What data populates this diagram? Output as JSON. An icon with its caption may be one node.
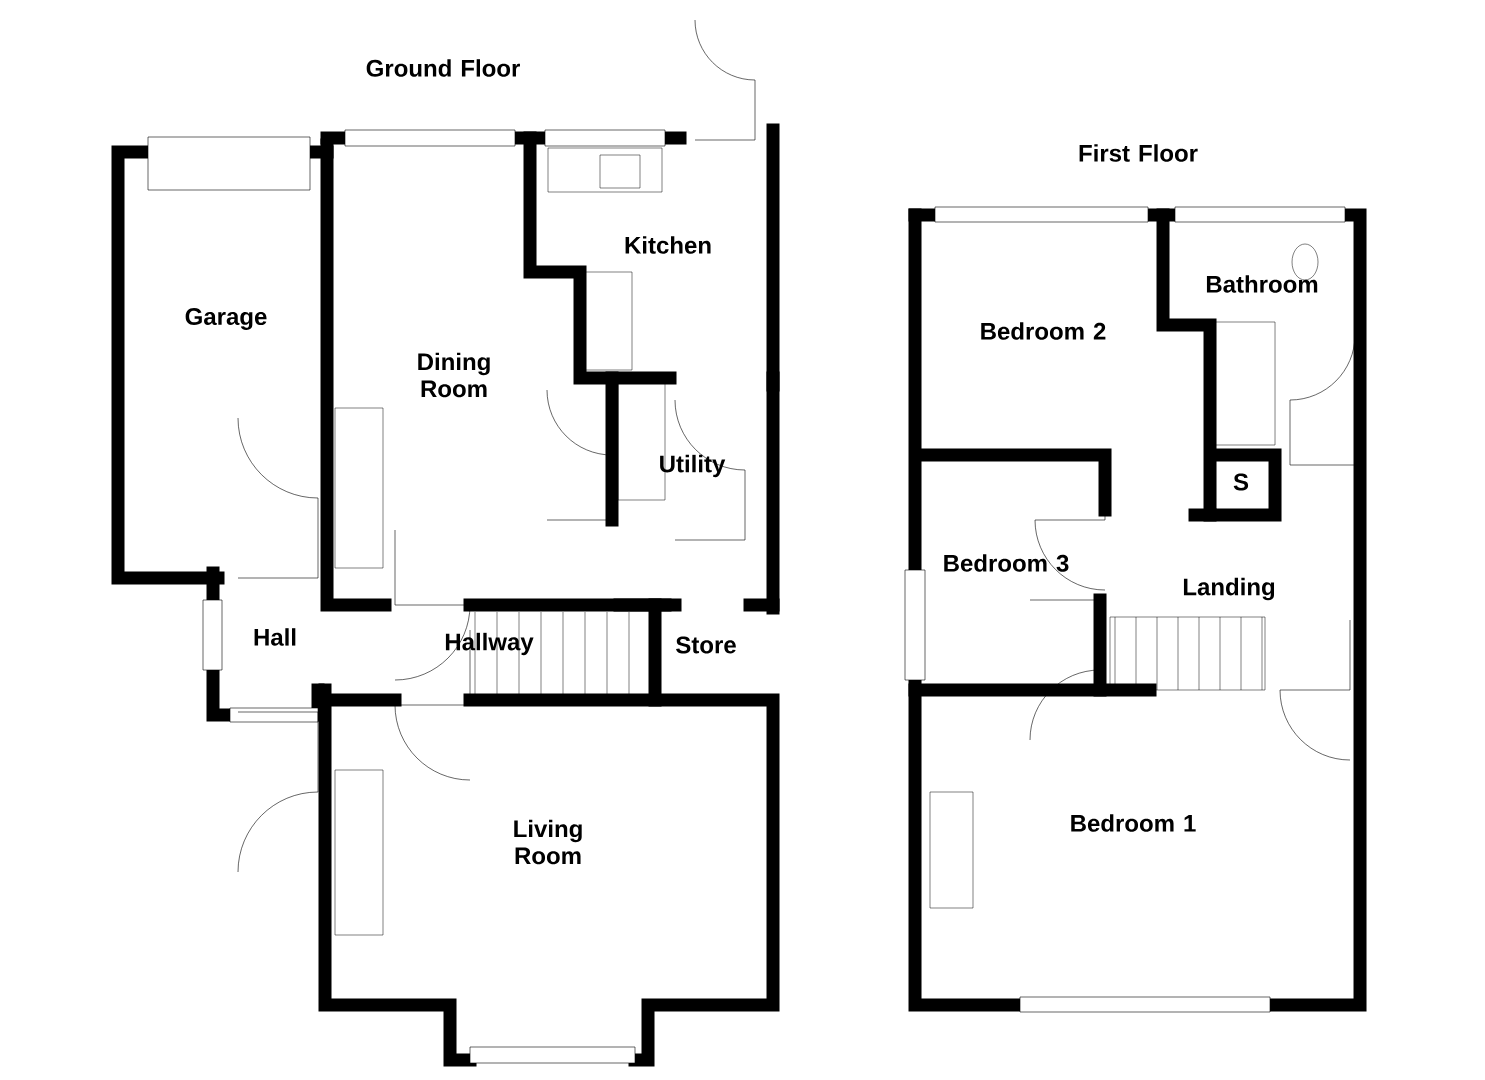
{
  "diagram": {
    "labels": [
      "Ground Floor",
      "First Floor",
      "Garage",
      "Dining Room",
      "Kitchen",
      "Utility",
      "Hall",
      "Hallway",
      "Store",
      "Living Room",
      "Bedroom 2",
      "Bathroom",
      "S",
      "Bedroom 3",
      "Landing",
      "Bedroom 1"
    ]
  }
}
